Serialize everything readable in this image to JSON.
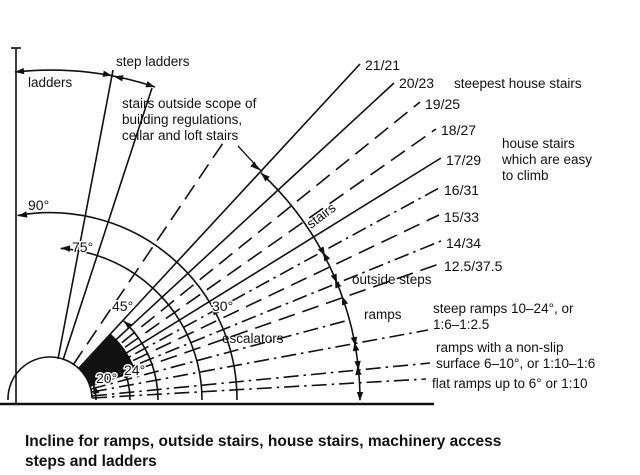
{
  "diagram": {
    "angle_labels": {
      "a90": "90°",
      "a75": "75°",
      "a45": "45°",
      "a30": "30°",
      "a24": "24°",
      "a20": "20°"
    },
    "categories": {
      "ladders": "ladders",
      "step_ladders": "step ladders",
      "stairs": "stairs",
      "outside_steps": "outside steps",
      "escalators": "escalators",
      "ramps": "ramps"
    },
    "notes": {
      "outside_scope_line1": "stairs outside scope of",
      "outside_scope_line2": "building regulations,",
      "outside_scope_line3": "cellar and loft stairs",
      "steepest": "steepest house stairs",
      "easy_line1": "house stairs",
      "easy_line2": "which are easy",
      "easy_line3": "to climb",
      "steep_ramps_line1": "steep ramps 10–24°, or",
      "steep_ramps_line2": "1:6–1:2.5",
      "nonslip_line1": "ramps with a non-slip",
      "nonslip_line2": "surface 6–10°, or 1:10–1:6",
      "flat_ramps": "flat ramps up to 6° or 1:10"
    },
    "ratio_labels": [
      "21/21",
      "20/23",
      "19/25",
      "18/27",
      "17/29",
      "16/31",
      "15/33",
      "14/34",
      "12.5/37.5"
    ]
  },
  "caption": {
    "line1": "Incline for ramps, outside stairs, house stairs, machinery access",
    "line2": "steps and ladders"
  }
}
